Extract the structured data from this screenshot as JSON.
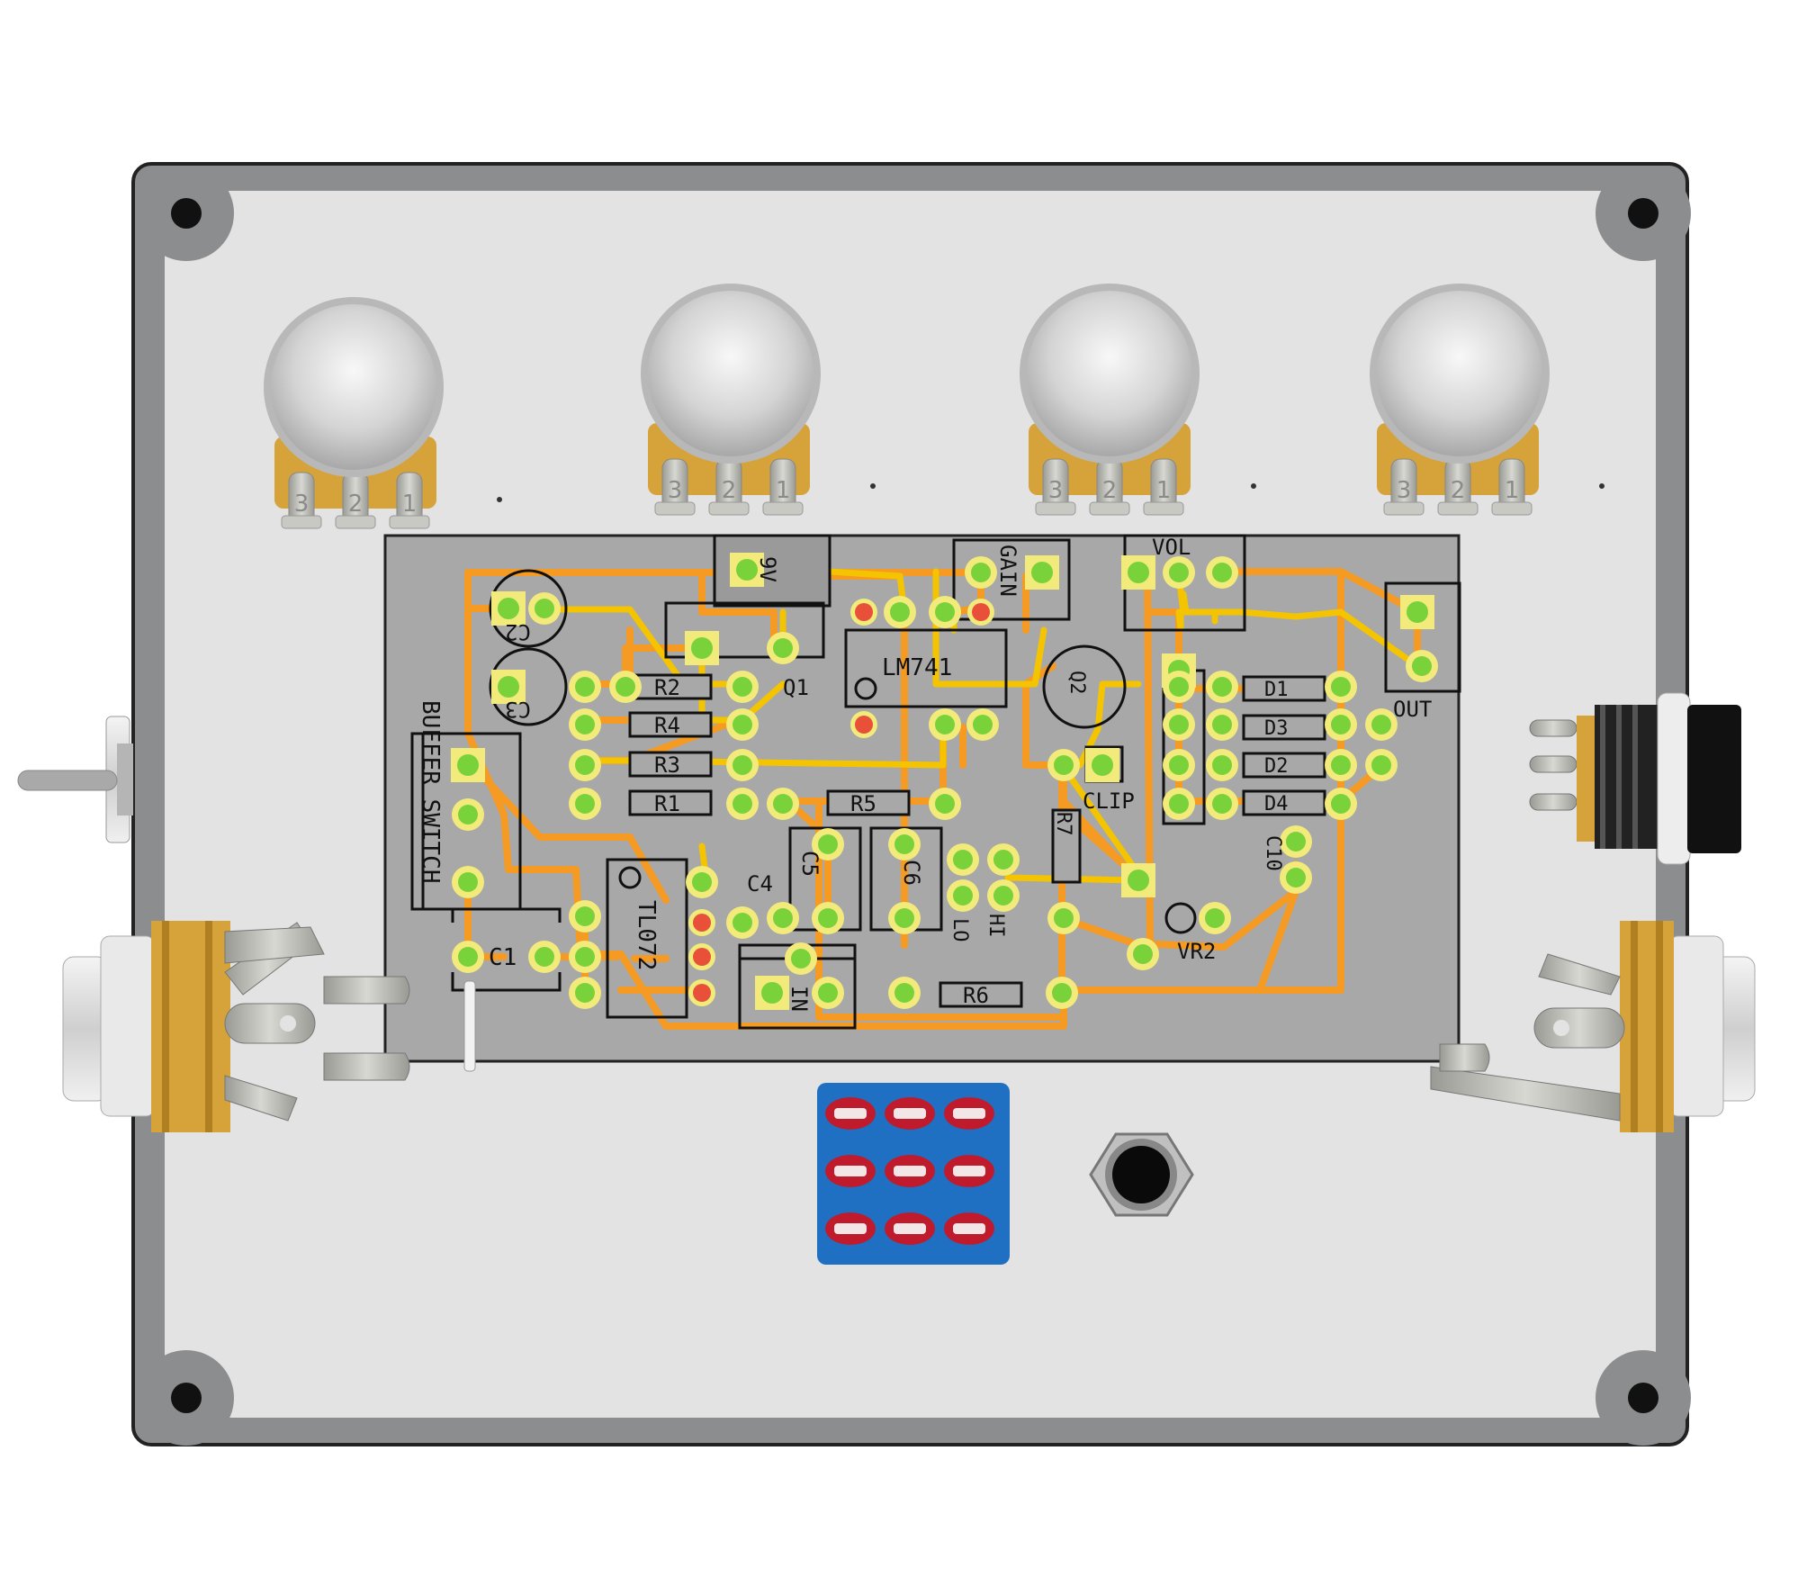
{
  "colors": {
    "enclosure_outer": "#8c8d8f",
    "enclosure_inner": "#e3e3e3",
    "pcb": "#a8a8a8",
    "trace_orange": "#f59a23",
    "trace_yellow": "#f5c400",
    "pad_green": "#79d23a",
    "pad_red": "#e8503a",
    "pad_ring": "#f2ea7a",
    "dip_switch": "#1f6fc2",
    "brass": "#d6a23a"
  },
  "pots": [
    {
      "name": "pot-1",
      "lugs": [
        "3",
        "2",
        "1"
      ]
    },
    {
      "name": "pot-2",
      "lugs": [
        "3",
        "2",
        "1"
      ]
    },
    {
      "name": "pot-3",
      "lugs": [
        "3",
        "2",
        "1"
      ]
    },
    {
      "name": "pot-4",
      "lugs": [
        "3",
        "2",
        "1"
      ]
    }
  ],
  "labels": {
    "buffer_switch": "BUFFER SWITCH",
    "c1": "C1",
    "c2": "C2",
    "c3": "C3",
    "c4": "C4",
    "c5": "C5",
    "c6": "C6",
    "c10": "C10",
    "r1": "R1",
    "r2": "R2",
    "r3": "R3",
    "r4": "R4",
    "r5": "R5",
    "r6": "R6",
    "r7": "R7",
    "q1": "Q1",
    "q2": "Q2",
    "tl072": "TL072",
    "lm741": "LM741",
    "nine_v": "9V",
    "gain": "GAIN",
    "vol": "VOL",
    "out": "OUT",
    "in": "IN",
    "clip": "CLIP",
    "lo": "LO",
    "hi": "HI",
    "vr2": "VR2",
    "d1": "D1",
    "d2": "D2",
    "d3": "D3",
    "d4": "D4"
  }
}
